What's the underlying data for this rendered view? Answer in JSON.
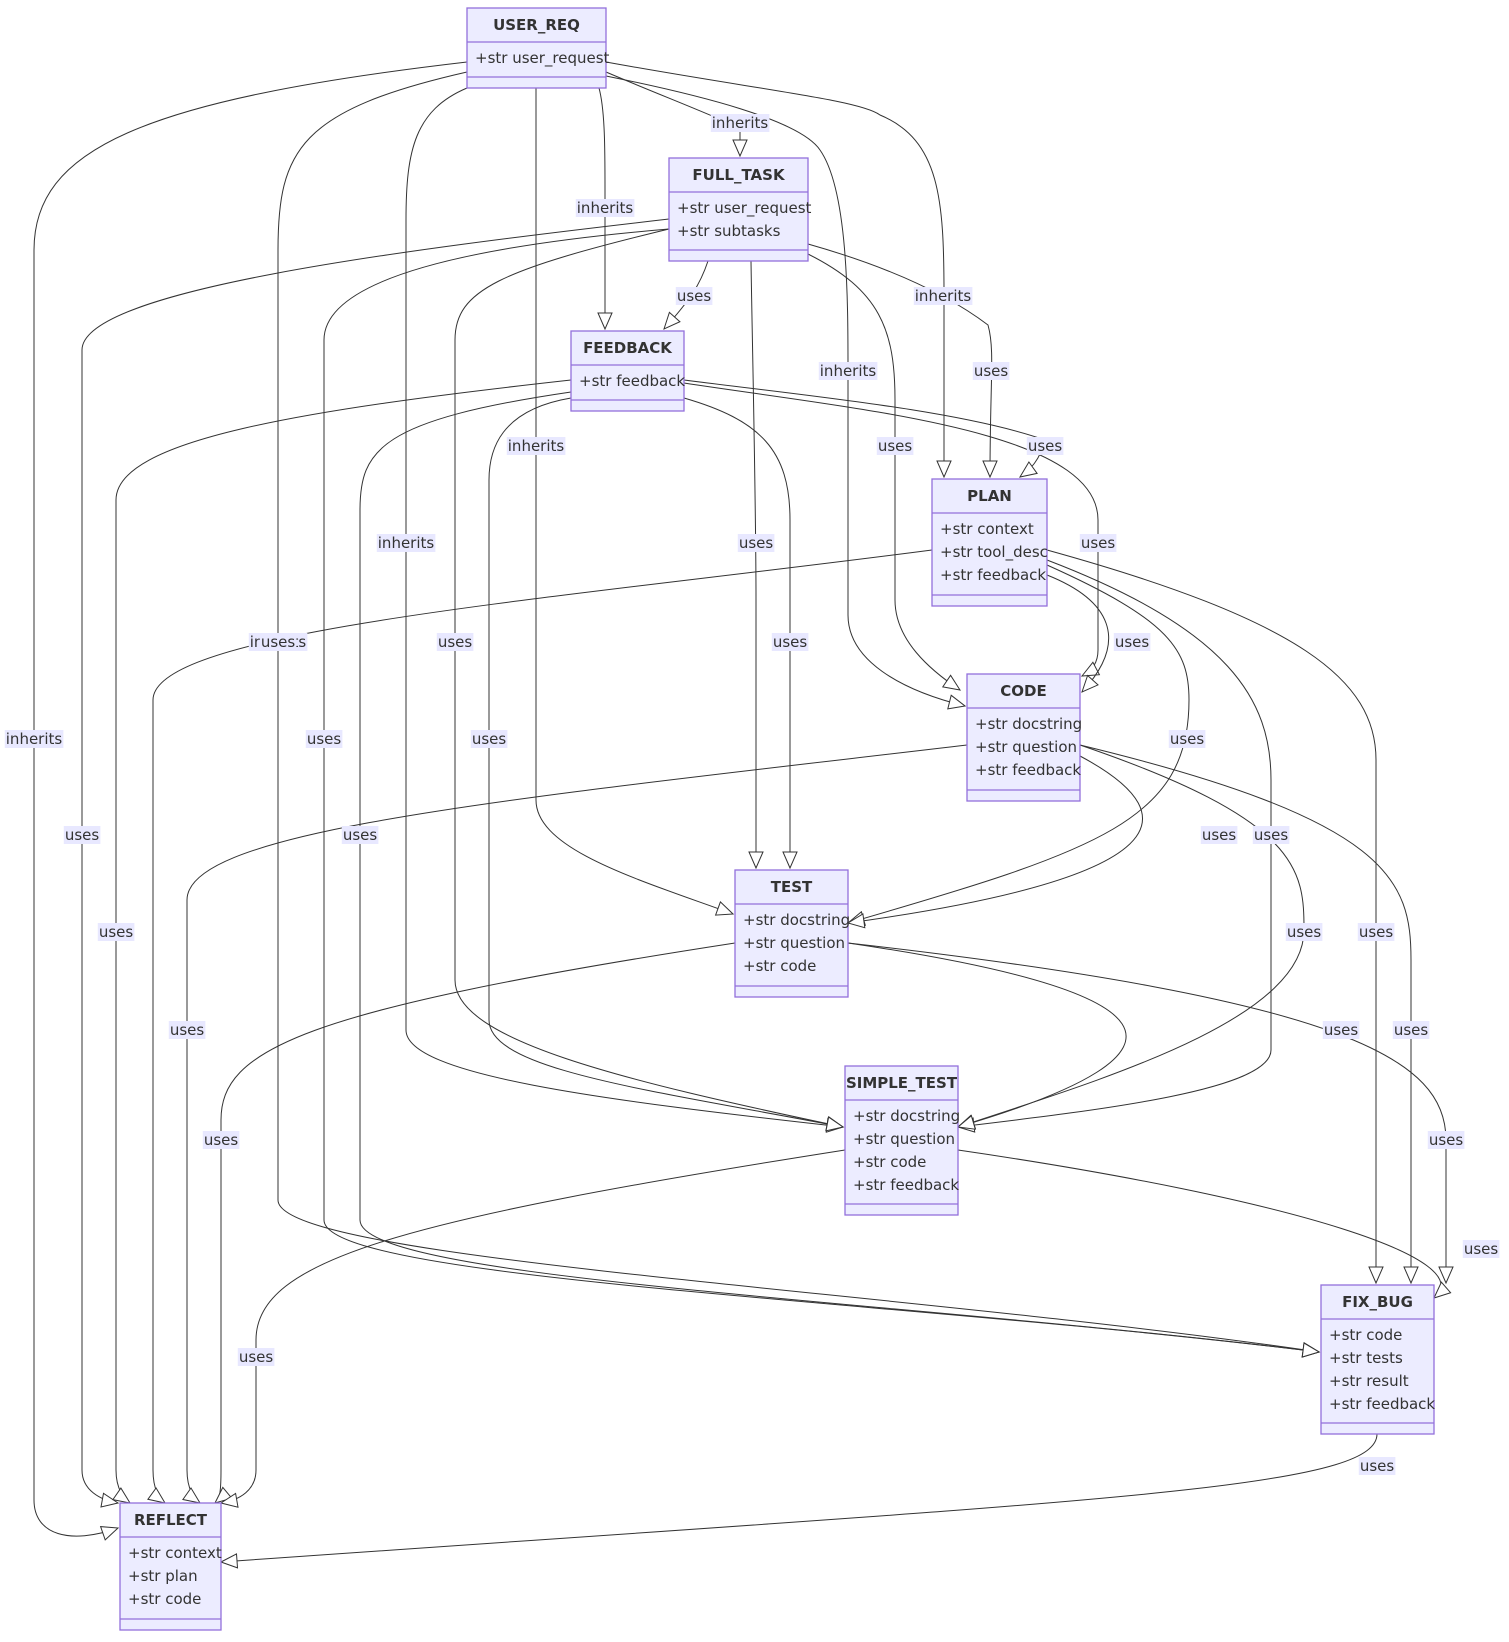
{
  "diagram": {
    "type": "class-diagram",
    "colors": {
      "node_fill": "#ECECFF",
      "node_stroke": "#9370DB",
      "edge": "#333333",
      "label_bg": "#E8E8FF"
    },
    "nodes": [
      {
        "id": "USER_REQ",
        "title": "USER_REQ",
        "attributes": [
          "+str user_request"
        ]
      },
      {
        "id": "FULL_TASK",
        "title": "FULL_TASK",
        "attributes": [
          "+str user_request",
          "+str subtasks"
        ]
      },
      {
        "id": "FEEDBACK",
        "title": "FEEDBACK",
        "attributes": [
          "+str feedback"
        ]
      },
      {
        "id": "PLAN",
        "title": "PLAN",
        "attributes": [
          "+str context",
          "+str tool_desc",
          "+str feedback"
        ]
      },
      {
        "id": "CODE",
        "title": "CODE",
        "attributes": [
          "+str docstring",
          "+str question",
          "+str feedback"
        ]
      },
      {
        "id": "TEST",
        "title": "TEST",
        "attributes": [
          "+str docstring",
          "+str question",
          "+str code"
        ]
      },
      {
        "id": "SIMPLE_TEST",
        "title": "SIMPLE_TEST",
        "attributes": [
          "+str docstring",
          "+str question",
          "+str code",
          "+str feedback"
        ]
      },
      {
        "id": "FIX_BUG",
        "title": "FIX_BUG",
        "attributes": [
          "+str code",
          "+str tests",
          "+str result",
          "+str feedback"
        ]
      },
      {
        "id": "REFLECT",
        "title": "REFLECT",
        "attributes": [
          "+str context",
          "+str plan",
          "+str code"
        ]
      }
    ],
    "edges": [
      {
        "from": "USER_REQ",
        "to": "FULL_TASK",
        "label": "inherits"
      },
      {
        "from": "USER_REQ",
        "to": "FEEDBACK",
        "label": "inherits"
      },
      {
        "from": "USER_REQ",
        "to": "PLAN",
        "label": "inherits"
      },
      {
        "from": "USER_REQ",
        "to": "CODE",
        "label": "inherits"
      },
      {
        "from": "USER_REQ",
        "to": "TEST",
        "label": "inherits"
      },
      {
        "from": "USER_REQ",
        "to": "SIMPLE_TEST",
        "label": "inherits"
      },
      {
        "from": "USER_REQ",
        "to": "FIX_BUG",
        "label": "inherits"
      },
      {
        "from": "USER_REQ",
        "to": "REFLECT",
        "label": "inherits"
      },
      {
        "from": "FULL_TASK",
        "to": "FEEDBACK",
        "label": "uses"
      },
      {
        "from": "FULL_TASK",
        "to": "PLAN",
        "label": "uses"
      },
      {
        "from": "FULL_TASK",
        "to": "CODE",
        "label": "uses"
      },
      {
        "from": "FULL_TASK",
        "to": "TEST",
        "label": "uses"
      },
      {
        "from": "FULL_TASK",
        "to": "SIMPLE_TEST",
        "label": "uses"
      },
      {
        "from": "FULL_TASK",
        "to": "FIX_BUG",
        "label": "uses"
      },
      {
        "from": "FULL_TASK",
        "to": "REFLECT",
        "label": "uses"
      },
      {
        "from": "FEEDBACK",
        "to": "PLAN",
        "label": "uses"
      },
      {
        "from": "FEEDBACK",
        "to": "CODE",
        "label": "uses"
      },
      {
        "from": "FEEDBACK",
        "to": "TEST",
        "label": "uses"
      },
      {
        "from": "FEEDBACK",
        "to": "SIMPLE_TEST",
        "label": "uses"
      },
      {
        "from": "FEEDBACK",
        "to": "FIX_BUG",
        "label": "uses"
      },
      {
        "from": "FEEDBACK",
        "to": "REFLECT",
        "label": "uses"
      },
      {
        "from": "PLAN",
        "to": "CODE",
        "label": "uses"
      },
      {
        "from": "PLAN",
        "to": "TEST",
        "label": "uses"
      },
      {
        "from": "PLAN",
        "to": "SIMPLE_TEST",
        "label": "uses"
      },
      {
        "from": "PLAN",
        "to": "FIX_BUG",
        "label": "uses"
      },
      {
        "from": "PLAN",
        "to": "REFLECT",
        "label": "uses"
      },
      {
        "from": "CODE",
        "to": "TEST",
        "label": "uses"
      },
      {
        "from": "CODE",
        "to": "SIMPLE_TEST",
        "label": "uses"
      },
      {
        "from": "CODE",
        "to": "FIX_BUG",
        "label": "uses"
      },
      {
        "from": "CODE",
        "to": "REFLECT",
        "label": "uses"
      },
      {
        "from": "TEST",
        "to": "SIMPLE_TEST",
        "label": "uses"
      },
      {
        "from": "TEST",
        "to": "FIX_BUG",
        "label": "uses"
      },
      {
        "from": "TEST",
        "to": "REFLECT",
        "label": "uses"
      },
      {
        "from": "SIMPLE_TEST",
        "to": "FIX_BUG",
        "label": "uses"
      },
      {
        "from": "SIMPLE_TEST",
        "to": "REFLECT",
        "label": "uses"
      },
      {
        "from": "FIX_BUG",
        "to": "REFLECT",
        "label": "uses"
      }
    ]
  }
}
